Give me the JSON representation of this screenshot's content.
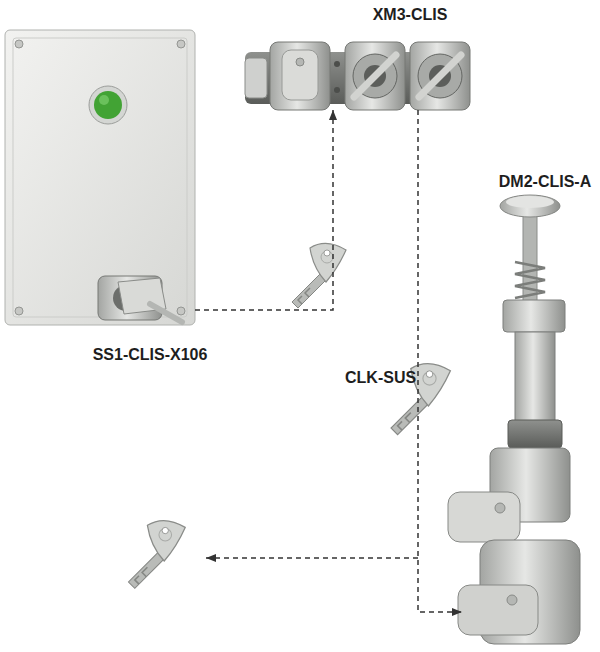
{
  "diagram": {
    "nodes": [
      {
        "text": [
          "XM3-CLIS"
        ]
      },
      {
        "text": [
          "DM2-CLIS-A"
        ]
      },
      {
        "text": [
          "SS1-CLIS-X106"
        ]
      },
      {
        "text": [
          "CLK-SUS"
        ]
      }
    ],
    "edges": [
      {
        "from": 2,
        "to": 0,
        "arrow": "to"
      },
      {
        "from": 0,
        "to": 1,
        "arrow": "to"
      }
    ]
  }
}
